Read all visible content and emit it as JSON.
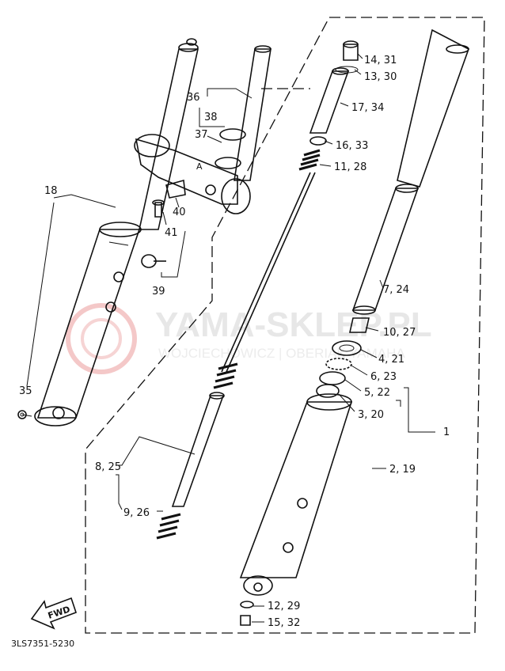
{
  "watermark": {
    "title": "YAMA-SKLEP.PL",
    "subtitle": "WOJCIECHOWICZ | OBERIAK YAMAHA"
  },
  "diagram_code": "3LS7351-5230",
  "fwd_label": "FWD",
  "callouts": [
    {
      "id": "c-14-31",
      "text": "14, 31"
    },
    {
      "id": "c-13-30",
      "text": "13, 30"
    },
    {
      "id": "c-17-34",
      "text": "17, 34"
    },
    {
      "id": "c-16-33",
      "text": "16, 33"
    },
    {
      "id": "c-11-28",
      "text": "11, 28"
    },
    {
      "id": "c-36",
      "text": "36"
    },
    {
      "id": "c-38",
      "text": "38"
    },
    {
      "id": "c-37",
      "text": "37"
    },
    {
      "id": "c-18",
      "text": "18"
    },
    {
      "id": "c-40",
      "text": "40"
    },
    {
      "id": "c-41",
      "text": "41"
    },
    {
      "id": "c-39",
      "text": "39"
    },
    {
      "id": "c-7-24",
      "text": "7, 24"
    },
    {
      "id": "c-10-27",
      "text": "10, 27"
    },
    {
      "id": "c-4-21",
      "text": "4, 21"
    },
    {
      "id": "c-6-23",
      "text": "6, 23"
    },
    {
      "id": "c-5-22",
      "text": "5, 22"
    },
    {
      "id": "c-3-20",
      "text": "3, 20"
    },
    {
      "id": "c-1",
      "text": "1"
    },
    {
      "id": "c-35",
      "text": "35"
    },
    {
      "id": "c-8-25",
      "text": "8, 25"
    },
    {
      "id": "c-2-19",
      "text": "2, 19"
    },
    {
      "id": "c-9-26",
      "text": "9, 26"
    },
    {
      "id": "c-12-29",
      "text": "12, 29"
    },
    {
      "id": "c-15-32",
      "text": "15, 32"
    }
  ]
}
